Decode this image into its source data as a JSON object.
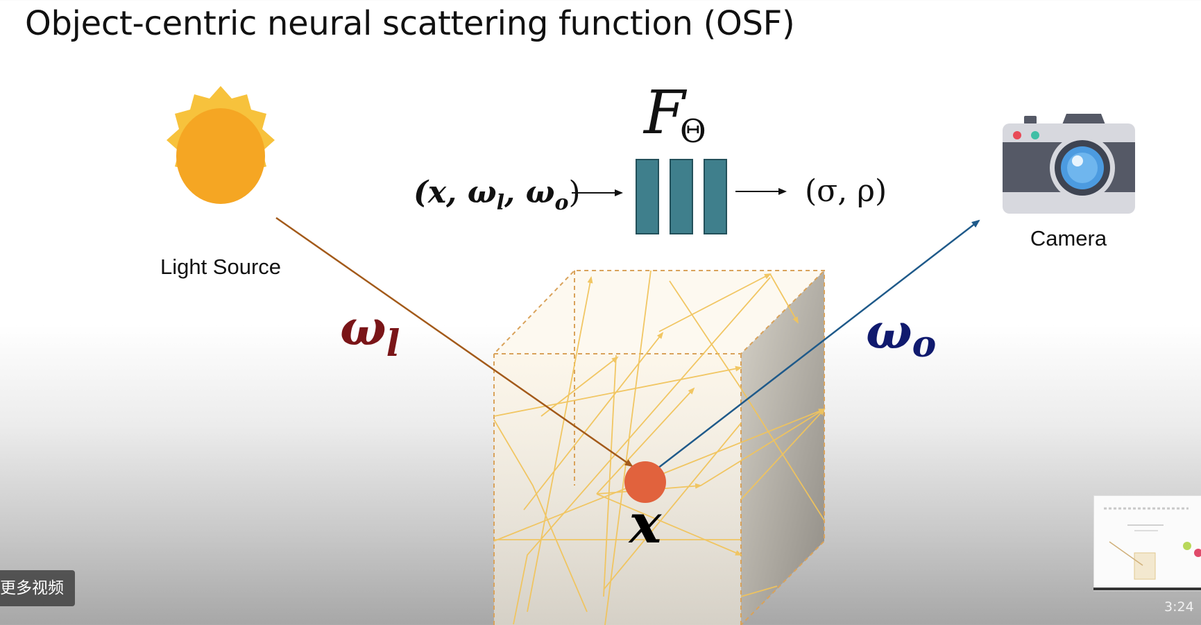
{
  "slide": {
    "title": "Object-centric neural scattering function (OSF)"
  },
  "diagram": {
    "light_label": "Light Source",
    "camera_label": "Camera",
    "network_symbol": "F",
    "network_subscript": "Θ",
    "input_tuple": "(x, ω",
    "input_tuple_l": "l",
    "input_tuple_mid": ", ω",
    "input_tuple_o": "o",
    "input_tuple_end": ")",
    "output_tuple": "(σ, ρ)",
    "omega_l_symbol": "ω",
    "omega_l_sub": "l",
    "omega_o_symbol": "ω",
    "omega_o_sub": "o",
    "point_label": "x",
    "colors": {
      "light_ray": "#a35a1a",
      "omega_l": "#7a1518",
      "omega_o": "#101a6e",
      "view_ray": "#1f5a8a",
      "network_block": "#3f7f8c",
      "sample_point": "#e1623d",
      "sun_outer": "#f7c23c",
      "sun_inner": "#f5a623",
      "scatter_lines": "#f1c45c"
    }
  },
  "player": {
    "more_videos_label": "更多视频",
    "time": "3:24"
  }
}
